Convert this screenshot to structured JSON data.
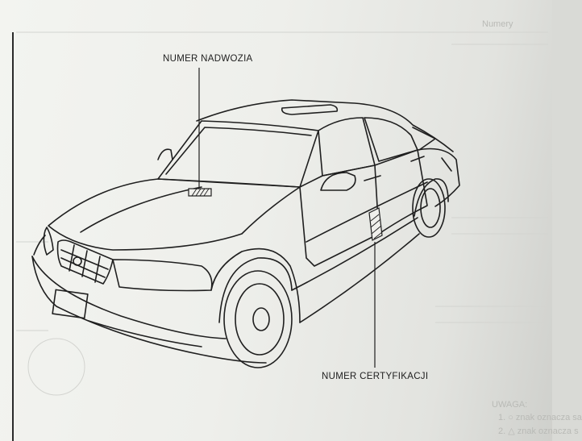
{
  "labels": {
    "body_number": "NUMER NADWOZIA",
    "certification_number": "NUMER CERTYFIKACJI"
  },
  "illustration": {
    "subject": "sedan-three-quarter-front-view"
  },
  "bleed_through": {
    "top_right": "Numery",
    "note_heading": "UWAGA:",
    "note_line_1": "1. ○ znak oznacza sa",
    "note_line_2": "2. △ znak oznacza s"
  }
}
